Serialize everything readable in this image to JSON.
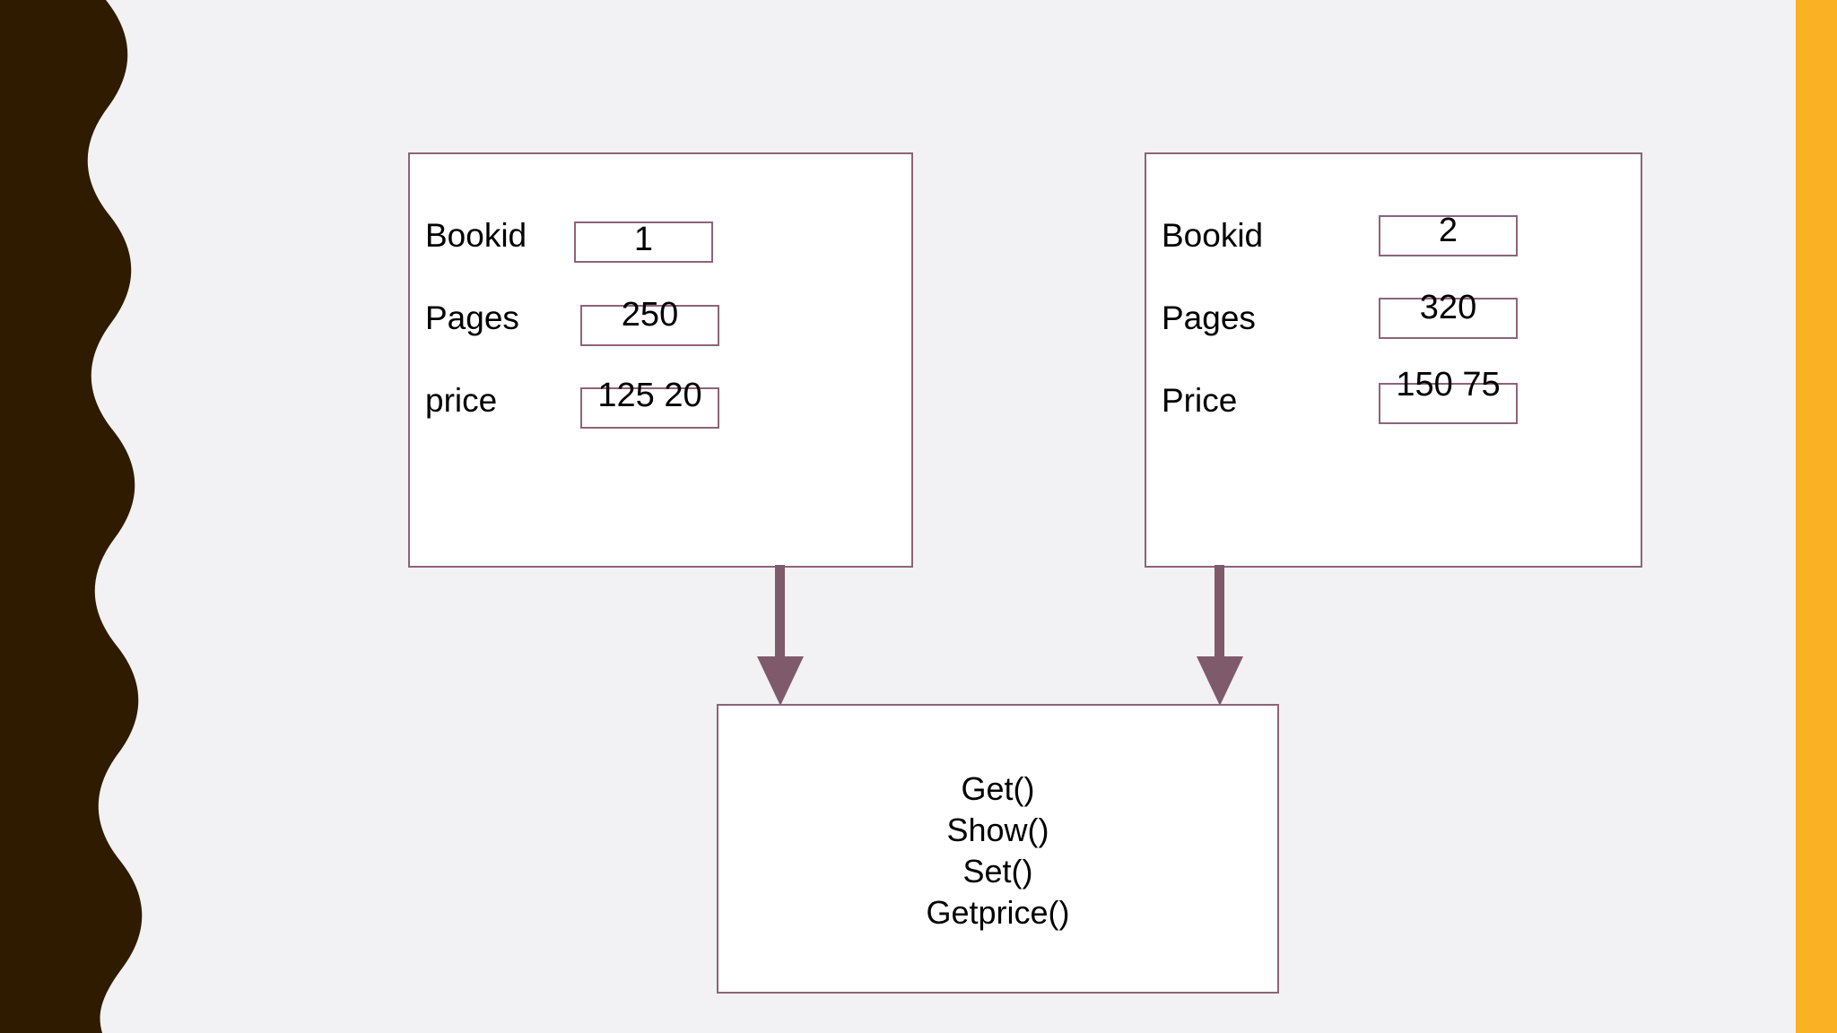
{
  "slide": {
    "background_color": "#F2F1F3",
    "accent_bar_color": "#FAB123",
    "band_color": "#2E1B00",
    "box_border_color": "#8C6478",
    "arrow_color": "#7E5A6B"
  },
  "object_left": {
    "attributes": [
      {
        "label": "Bookid",
        "value": "1"
      },
      {
        "label": "Pages",
        "value": "250"
      },
      {
        "label": "price",
        "value": "125 20"
      }
    ]
  },
  "object_right": {
    "attributes": [
      {
        "label": "Bookid",
        "value": "2"
      },
      {
        "label": "Pages",
        "value": "320"
      },
      {
        "label": "Price",
        "value": "150 75"
      }
    ]
  },
  "methods": {
    "items": [
      "Get()",
      "Show()",
      "Set()",
      "Getprice()"
    ]
  },
  "connectors": [
    {
      "name": "left-object-to-methods",
      "direction": "down"
    },
    {
      "name": "right-object-to-methods",
      "direction": "down"
    }
  ]
}
